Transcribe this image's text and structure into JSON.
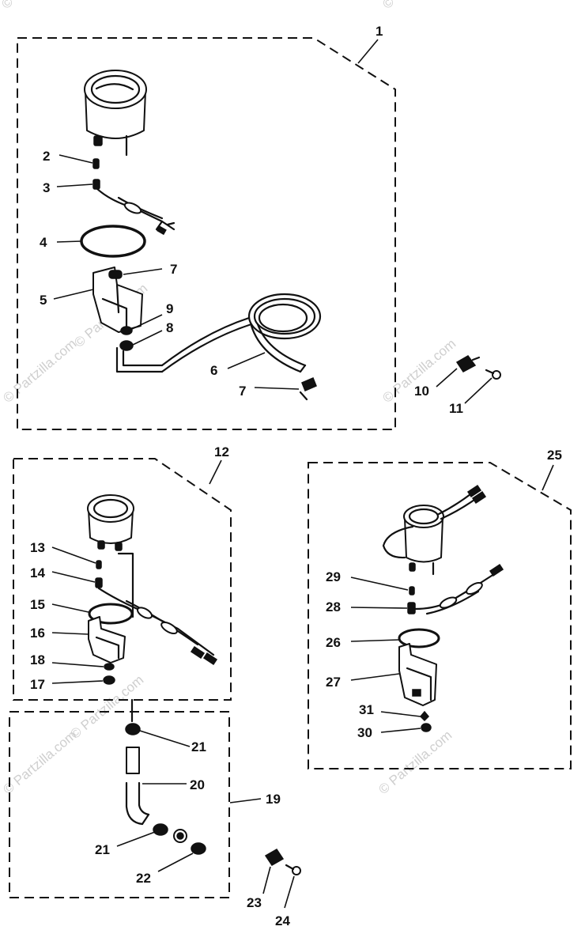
{
  "callouts": {
    "c1": "1",
    "c2": "2",
    "c3": "3",
    "c4": "4",
    "c5": "5",
    "c6": "6",
    "c7a": "7",
    "c7b": "7",
    "c8": "8",
    "c9": "9",
    "c10": "10",
    "c11": "11",
    "c12": "12",
    "c13": "13",
    "c14": "14",
    "c15": "15",
    "c16": "16",
    "c17": "17",
    "c18": "18",
    "c19": "19",
    "c20": "20",
    "c21a": "21",
    "c21b": "21",
    "c22": "22",
    "c23": "23",
    "c24": "24",
    "c25": "25",
    "c26": "26",
    "c27": "27",
    "c28": "28",
    "c29": "29",
    "c30": "30",
    "c31": "31"
  },
  "watermarks": {
    "w1": "© Partzilla.com",
    "w2": "© Partzilla.com",
    "w3": "© Partzilla.com",
    "w4": "© Partzilla.com",
    "w5": "© Partzilla.com",
    "w6": "© Partzilla.com",
    "w7": "© Partzilla.com",
    "w8": "© Partzilla.com"
  }
}
